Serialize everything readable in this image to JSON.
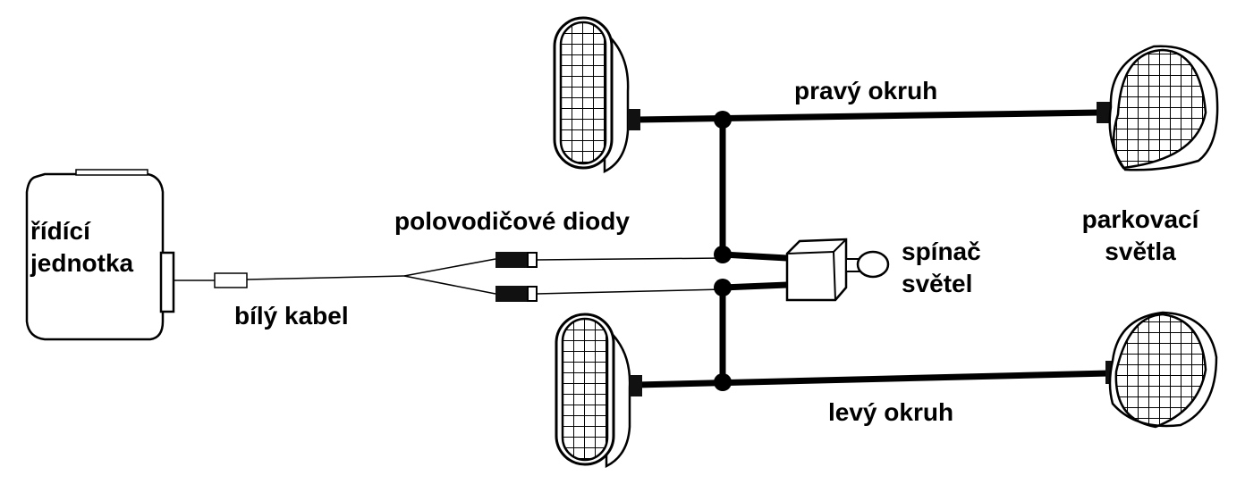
{
  "labels": {
    "control_unit": [
      "řídící",
      "jednotka"
    ],
    "white_cable": "bílý kabel",
    "diodes": "polovodičové diody",
    "light_switch": [
      "spínač",
      "světel"
    ],
    "right_circuit": "pravý okruh",
    "left_circuit": "levý okruh",
    "parking_lights": [
      "parkovací",
      "světla"
    ]
  }
}
